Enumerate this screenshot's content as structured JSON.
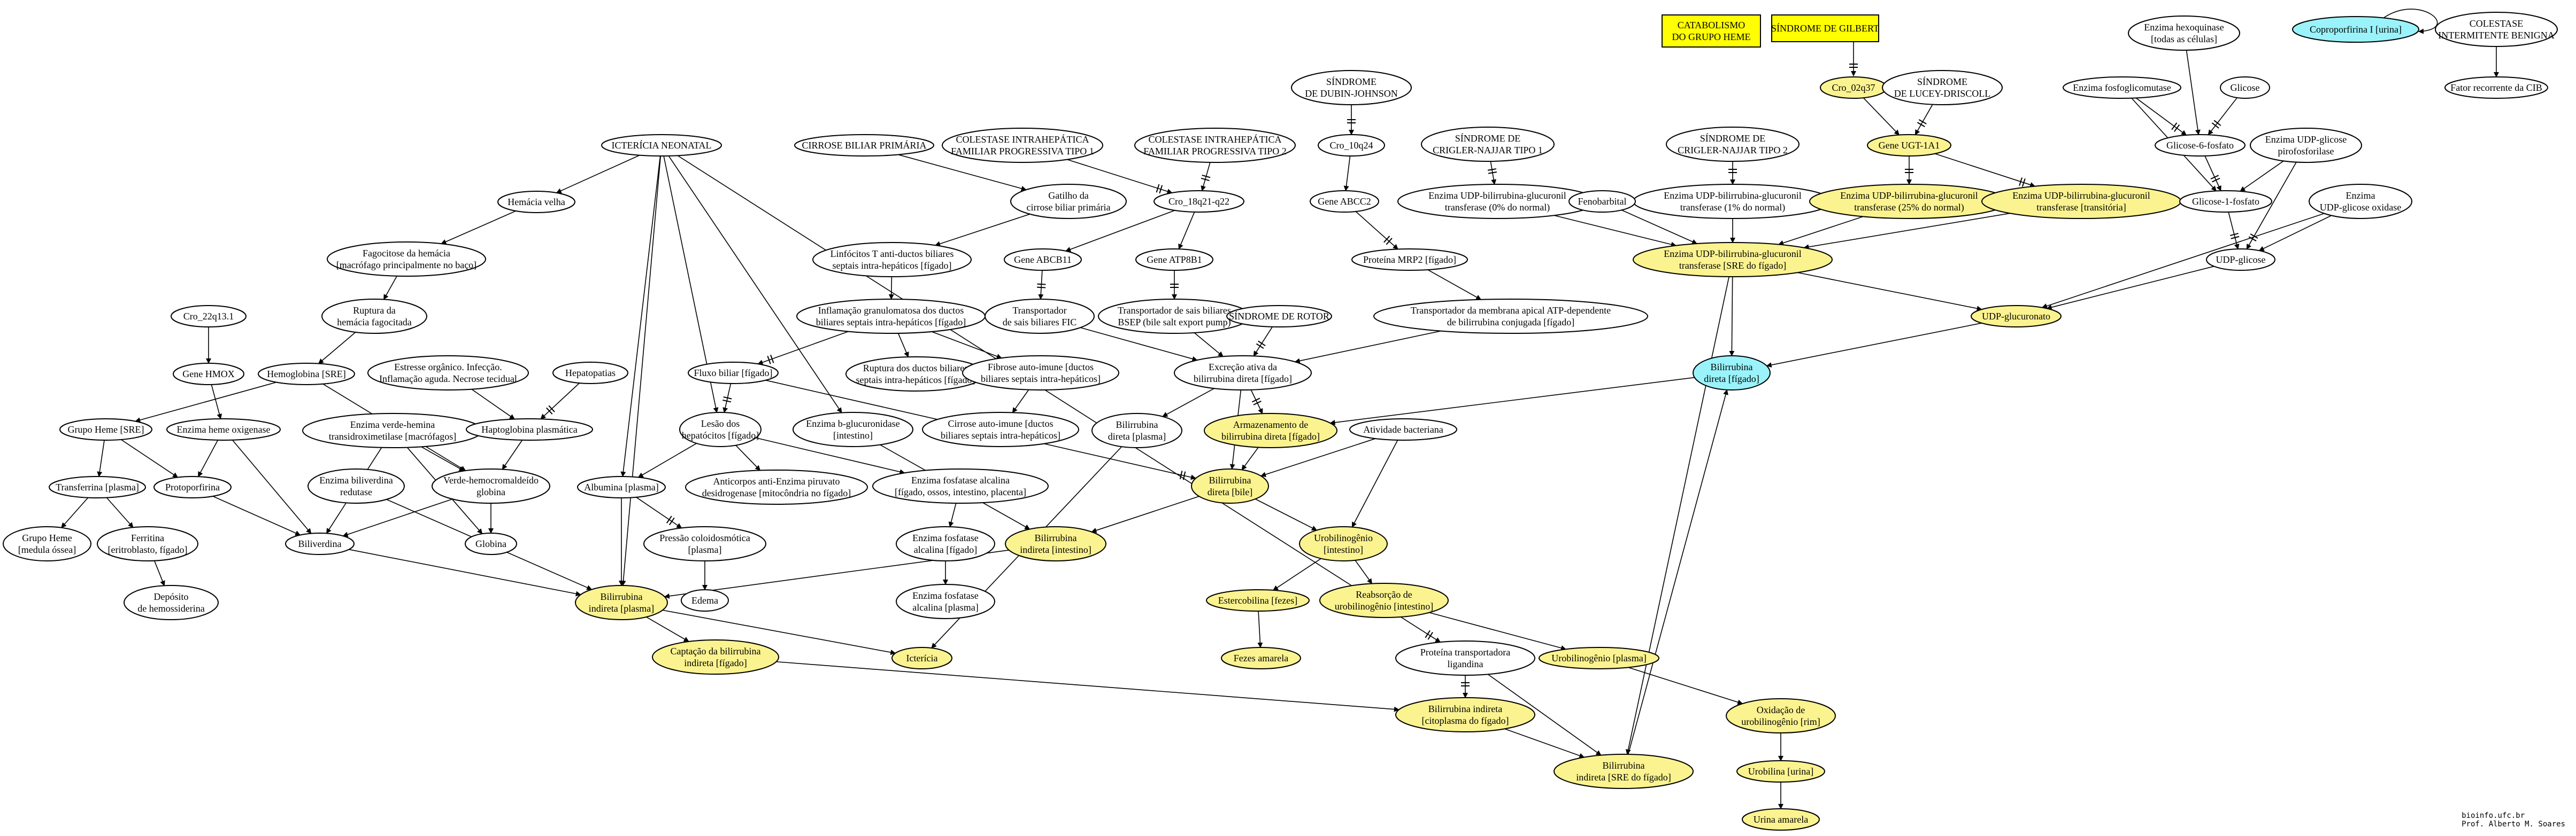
{
  "colors": {
    "yellow": "#fbf38f",
    "cyan": "#9af3fa",
    "white": "#ffffff",
    "box_yellow": "#ffff00",
    "box_red_text": "#ff0000"
  },
  "boxes": {
    "catabolismo": [
      "CATABOLISMO",
      "DO GRUPO HEME"
    ],
    "gilbert": [
      "SÍNDROME DE GILBERT"
    ]
  },
  "nodes": {
    "hemacia_velha": [
      "Hemácia velha"
    ],
    "ictericia_neonatal": [
      "ICTERÍCIA NEONATAL"
    ],
    "fagocitose": [
      "Fagocitose da hemácia",
      "[macrófago principalmente no baço]"
    ],
    "ruptura": [
      "Ruptura da",
      "hemácia fagocitada"
    ],
    "cro22": [
      "Cro_22q13.1"
    ],
    "gene_hmox": [
      "Gene HMOX"
    ],
    "hemoglobina_sre": [
      "Hemoglobina [SRE]"
    ],
    "estresse": [
      "Estresse orgânico. Infecção.",
      "Inflamação aguda. Necrose tecidual"
    ],
    "hepatopatias": [
      "Hepatopatias"
    ],
    "grupo_heme_sre": [
      "Grupo Heme [SRE]"
    ],
    "enzima_heme_oxigenase": [
      "Enzima heme oxigenase"
    ],
    "enzima_verde_hemina": [
      "Enzima verde-hemina",
      "transidroximetilase [macrófagos]"
    ],
    "haptoglobina": [
      "Haptoglobina plasmática"
    ],
    "transferrina": [
      "Transferrina [plasma]"
    ],
    "protoporfirina": [
      "Protoporfirina"
    ],
    "enzima_biliverdina_redutase": [
      "Enzima biliverdina",
      "redutase"
    ],
    "verde_hemo": [
      "Verde-hemocromaldeído",
      "globina"
    ],
    "grupo_heme_medula": [
      "Grupo Heme",
      "[medula óssea]"
    ],
    "ferritina": [
      "Ferritina",
      "[eritroblasto, fígado]"
    ],
    "biliverdina": [
      "Biliverdina"
    ],
    "globina": [
      "Globina"
    ],
    "deposito": [
      "Depósito",
      "de hemossiderina"
    ],
    "cirrose_biliar": [
      "CIRROSE BILIAR PRIMÁRIA"
    ],
    "gatilho": [
      "Gatilho da",
      "cirrose biliar primária"
    ],
    "colestase_pfic1": [
      "COLESTASE INTRAHEPÁTICA",
      "FAMILIAR PROGRESSIVA TIPO 1"
    ],
    "colestase_pfic2": [
      "COLESTASE INTRAHEPÁTICA",
      "FAMILIAR PROGRESSIVA TIPO 2"
    ],
    "cro18": [
      "Cro_18q21-q22"
    ],
    "linfocitos": [
      "Linfócitos T anti-ductos biliares",
      "septais intra-hepáticos [fígado]"
    ],
    "gene_abcb11": [
      "Gene ABCB11"
    ],
    "gene_atp8b1": [
      "Gene ATP8B1"
    ],
    "inflamacao": [
      "Inflamação granulomatosa dos ductos",
      "biliares septais intra-hepáticos [fígado]"
    ],
    "transportador_fic": [
      "Transportador",
      "de sais biliares FIC"
    ],
    "transportador_bsep": [
      "Transportador de sais biliares",
      "BSEP (bile salt export pump)"
    ],
    "fluxo_biliar": [
      "Fluxo biliar [fígado]"
    ],
    "ruptura_ductos": [
      "Ruptura dos ductos biliares",
      "septais intra-hepáticos [fígado]"
    ],
    "fibrose": [
      "Fibrose auto-imune [ductos",
      "biliares septais intra-hepáticos]"
    ],
    "lesao_hepatocitos": [
      "Lesão dos",
      "hepatócitos [fígado]"
    ],
    "enzima_beta_gluc": [
      "Enzima b-glucuronidase",
      "[intestino]"
    ],
    "cirrose_autoimune": [
      "Cirrose auto-imune [ductos",
      "biliares septais intra-hepáticos]"
    ],
    "dubin_johnson": [
      "SÍNDROME",
      "DE DUBIN-JOHNSON"
    ],
    "cro10": [
      "Cro_10q24"
    ],
    "gene_abcc2": [
      "Gene ABCC2"
    ],
    "proteina_mrp2": [
      "Proteína MRP2 [fígado]"
    ],
    "crigler1": [
      "SÍNDROME DE",
      "CRIGLER-NAJJAR TIPO 1"
    ],
    "crigler2": [
      "SÍNDROME DE",
      "CRIGLER-NAJJAR TIPO 2"
    ],
    "enzima_ugt_0": [
      "Enzima UDP-bilirrubina-glucuronil",
      "transferase (0% do normal)"
    ],
    "enzima_ugt_1": [
      "Enzima UDP-bilirrubina-glucuronil",
      "transferase (1% do normal)"
    ],
    "fenobarbital": [
      "Fenobarbital"
    ],
    "transportador_atp": [
      "Transportador da membrana apical ATP-dependente",
      "de bilirrubina conjugada [fígado]"
    ],
    "sindrome_rotor": [
      "SÍNDROME DE ROTOR"
    ],
    "excrecao_ativa": [
      "Excreção ativa da",
      "bilirrubina direta [fígado]"
    ],
    "bilirrubina_direta_plasma": [
      "Bilirrubina",
      "direta [plasma]"
    ],
    "armazenamento": [
      "Armazenamento de",
      "bilirrubina direta [fígado]"
    ],
    "atividade_bacteriana": [
      "Atividade bacteriana"
    ],
    "anticorpos": [
      "Anticorpos anti-Enzima piruvato",
      "desidrogenase [mitocôndria no fígado]"
    ],
    "enzima_fosfatase": [
      "Enzima fosfatase alcalina",
      "[fígado, ossos, intestino, placenta]"
    ],
    "bilirrubina_direta_bile": [
      "Bilirrubina",
      "direta [bile]"
    ],
    "albumina": [
      "Albumina [plasma]"
    ],
    "pressao_coloidosmotica": [
      "Pressão coloidosmótica",
      "[plasma]"
    ],
    "enzima_fosfatase_figado": [
      "Enzima fosfatase",
      "alcalina [fígado]"
    ],
    "bilirrubina_indireta_intestino": [
      "Bilirrubina",
      "indireta [intestino]"
    ],
    "urobilinogenio_intestino": [
      "Urobilinogênio",
      "[intestino]"
    ],
    "edema": [
      "Edema"
    ],
    "enzima_fosfatase_plasma": [
      "Enzima fosfatase",
      "alcalina [plasma]"
    ],
    "estercobilina": [
      "Estercobilina [fezes]"
    ],
    "reabsorcao": [
      "Reabsorção de",
      "urobilinogênio [intestino]"
    ],
    "bilirrubina_indireta_plasma": [
      "Bilirrubina",
      "indireta [plasma]"
    ],
    "captacao": [
      "Captação da bilirrubina",
      "indireta [fígado]"
    ],
    "ictericia": [
      "Icterícia"
    ],
    "fezes_amarela": [
      "Fezes amarela"
    ],
    "proteina_ligandina": [
      "Proteína transportadora",
      "ligandina"
    ],
    "urobilinogenio_plasma": [
      "Urobilinogênio [plasma]"
    ],
    "bilirrubina_indireta_cito": [
      "Bilirrubina indireta",
      "[citoplasma do fígado]"
    ],
    "oxidacao": [
      "Oxidação de",
      "urobilinogênio [rim]"
    ],
    "bilirrubina_indireta_sre": [
      "Bilirrubina",
      "indireta [SRE do fígado]"
    ],
    "urobilina": [
      "Urobilina [urina]"
    ],
    "urina_amarela": [
      "Urina amarela"
    ],
    "cro2": [
      "Cro_02q37"
    ],
    "lucey": [
      "SÍNDROME",
      "DE LUCEY-DRISCOLL"
    ],
    "gene_ugt": [
      "Gene UGT-1A1"
    ],
    "enzima_ugt_25": [
      "Enzima UDP-bilirrubina-glucuronil",
      "transferase (25% do normal)"
    ],
    "enzima_ugt_trans": [
      "Enzima UDP-bilirrubina-glucuronil",
      "transferase [transitória]"
    ],
    "enzima_ugt_sre": [
      "Enzima UDP-bilirrubina-glucuronil",
      "transferase [SRE do fígado]"
    ],
    "bilirrubina_direta_figado": [
      "Bilirrubina",
      "direta [fígado]"
    ],
    "udp_glucuronato": [
      "UDP-glucuronato"
    ],
    "hexoquinase": [
      "Enzima hexoquinase",
      "[todas as células]"
    ],
    "glicose": [
      "Glicose"
    ],
    "fosfoglicomutase": [
      "Enzima fosfoglicomutase"
    ],
    "glicose6": [
      "Glicose-6-fosfato"
    ],
    "udp_pirofosforilase": [
      "Enzima UDP-glicose",
      "pirofosforilase"
    ],
    "glicose1": [
      "Glicose-1-fosfato"
    ],
    "udp_oxidase": [
      "Enzima",
      "UDP-glicose oxidase"
    ],
    "udp_glicose": [
      "UDP-glicose"
    ],
    "coproporfirina": [
      "Coproporfirina I [urina]"
    ],
    "colestase_benigna": [
      "COLESTASE",
      "INTERMITENTE BENIGNA"
    ],
    "fator_cib": [
      "Fator recorrente da CIB"
    ]
  },
  "credits": [
    "bioinfo.ufc.br",
    "Prof. Alberto M. Soares"
  ]
}
